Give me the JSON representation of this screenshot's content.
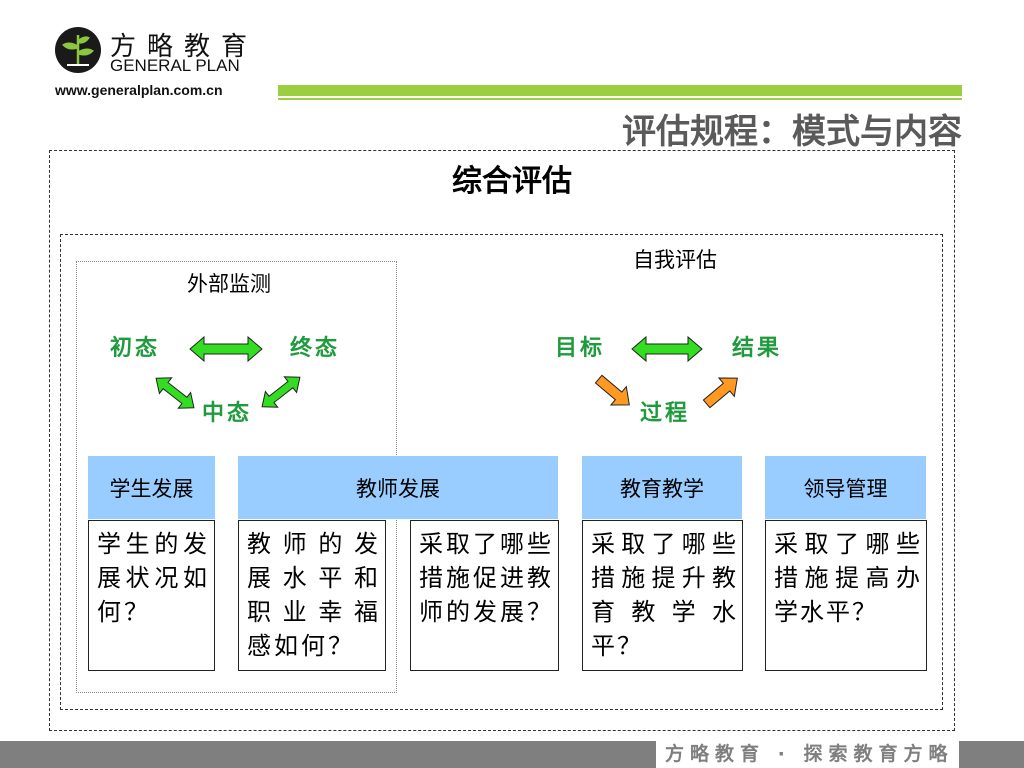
{
  "header": {
    "brand_cn": "方略教育",
    "brand_en": "GENERAL PLAN",
    "url": "www.generalplan.com.cn",
    "page_title": "评估规程：模式与内容"
  },
  "diagram": {
    "main_title": "综合评估",
    "external": {
      "title": "外部监测",
      "initial": "初态",
      "final": "终态",
      "middle": "中态"
    },
    "self": {
      "title": "自我评估",
      "goal": "目标",
      "result": "结果",
      "process": "过程"
    },
    "categories": [
      {
        "label": "学生发展",
        "question": "学生的发展状况如何？"
      },
      {
        "label": "教师发展",
        "questions": [
          "教师的发展水平和职业幸福感如何？",
          "采取了哪些措施促进教师的发展？"
        ]
      },
      {
        "label": "教育教学",
        "question": "采取了哪些措施提升教育教学水平？"
      },
      {
        "label": "领导管理",
        "question": "采取了哪些措施提高办学水平？"
      }
    ]
  },
  "colors": {
    "arrow_green": "#33dd22",
    "arrow_orange": "#ff9922",
    "stage_text": "#1f9b3e",
    "category_fill": "#99ccff",
    "accent_green": "#9bcf3f"
  },
  "footer": {
    "slogan": "方略教育 · 探索教育方略"
  }
}
